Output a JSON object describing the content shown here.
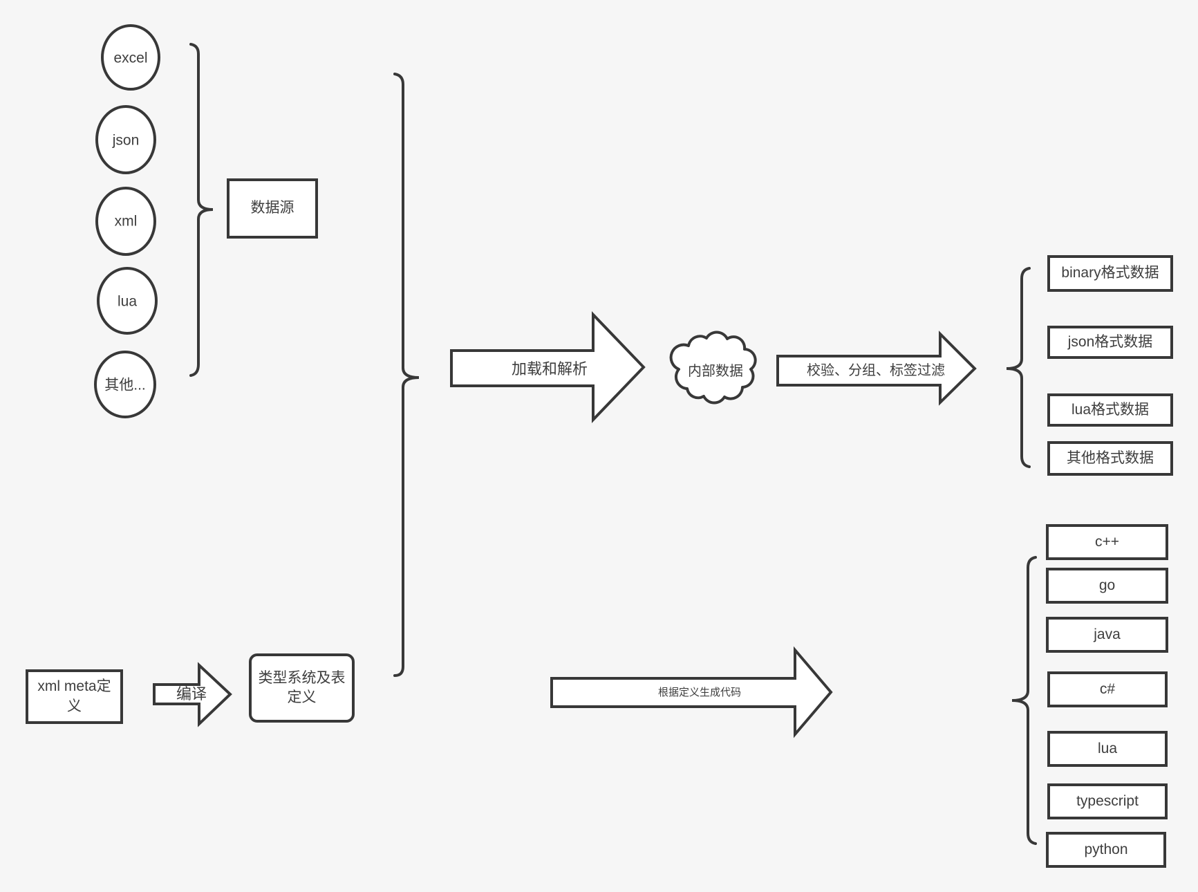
{
  "theme": {
    "background": "#f6f6f6",
    "line": "#383838",
    "box_fill": "#ffffff",
    "text": "#3e3e3e"
  },
  "sources": {
    "items": [
      "excel",
      "json",
      "xml",
      "lua",
      "其他..."
    ],
    "group_label": "数据源"
  },
  "pipeline": {
    "load_arrow": "加载和解析",
    "cloud": "内部数据",
    "filter_arrow": "校验、分组、标签过滤"
  },
  "formats": {
    "items": [
      "binary格式数据",
      "json格式数据",
      "lua格式数据",
      "其他格式数据"
    ]
  },
  "definition": {
    "xml_meta": "xml meta定义",
    "compile_arrow": "编译",
    "type_system": "类型系统及表定义",
    "generate_arrow": "根据定义生成代码"
  },
  "languages": {
    "items": [
      "c++",
      "go",
      "java",
      "c#",
      "lua",
      "typescript",
      "python"
    ]
  }
}
